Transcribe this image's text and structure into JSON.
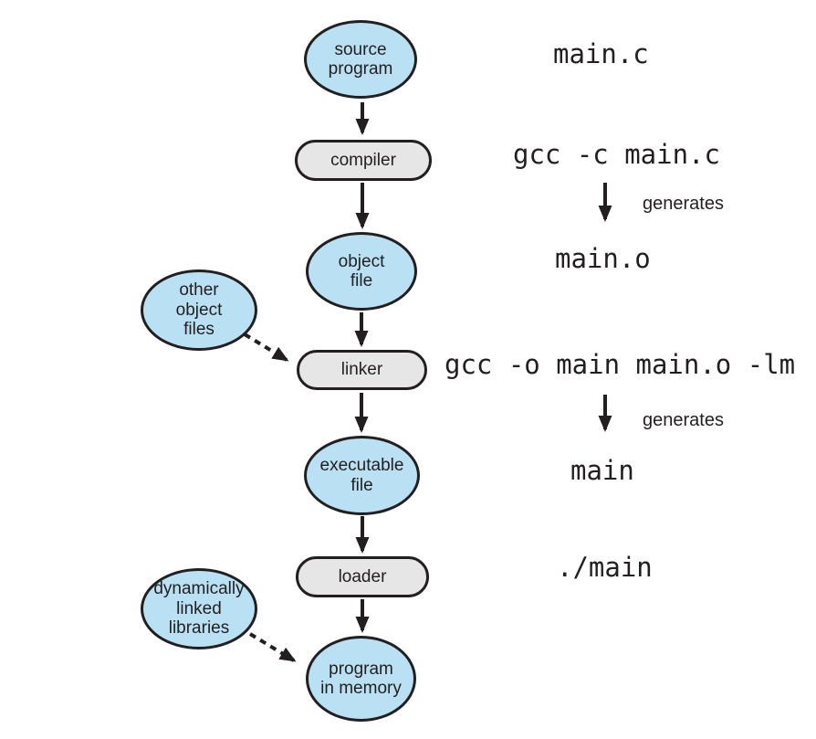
{
  "colors": {
    "node_fill": "#b9e1f3",
    "box_fill": "#e6e6e6",
    "stroke": "#231f20",
    "text": "#231f20"
  },
  "nodes": {
    "source_program": "source\nprogram",
    "compiler": "compiler",
    "object_file": "object\nfile",
    "other_object_files": "other\nobject\nfiles",
    "linker": "linker",
    "executable_file": "executable\nfile",
    "loader": "loader",
    "dynamically_linked_libraries": "dynamically\nlinked\nlibraries",
    "program_in_memory": "program\nin memory"
  },
  "annotations": {
    "source_file": "main.c",
    "compile_command": "gcc -c main.c",
    "generates_1": "generates",
    "object_file": "main.o",
    "link_command": "gcc -o main main.o -lm",
    "generates_2": "generates",
    "executable": "main",
    "run_command": "./main"
  },
  "arrows": [
    {
      "from": "source program",
      "to": "compiler",
      "style": "solid"
    },
    {
      "from": "compiler",
      "to": "object file",
      "style": "solid"
    },
    {
      "from": "object file",
      "to": "linker",
      "style": "solid"
    },
    {
      "from": "other object files",
      "to": "linker",
      "style": "dashed"
    },
    {
      "from": "linker",
      "to": "executable file",
      "style": "solid"
    },
    {
      "from": "executable file",
      "to": "loader",
      "style": "solid"
    },
    {
      "from": "loader",
      "to": "program in memory",
      "style": "solid"
    },
    {
      "from": "dynamically linked libraries",
      "to": "program in memory",
      "style": "dashed"
    },
    {
      "from": "gcc -c main.c",
      "to": "main.o",
      "style": "solid",
      "label": "generates"
    },
    {
      "from": "gcc -o main main.o -lm",
      "to": "main",
      "style": "solid",
      "label": "generates"
    }
  ]
}
